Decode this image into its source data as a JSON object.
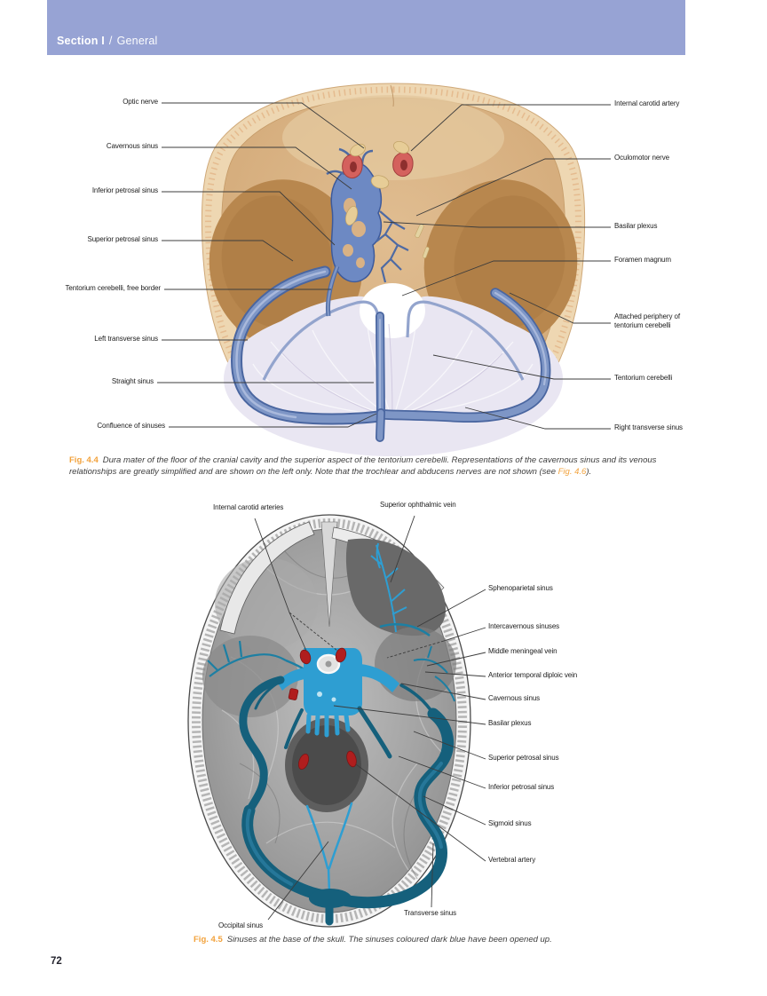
{
  "page": {
    "number": "72"
  },
  "header": {
    "title_bold": "Section I",
    "separator": "/",
    "title_regular": "General",
    "bg_color": "#97a3d4",
    "text_color": "#ffffff"
  },
  "colors": {
    "accent_orange": "#f2a23c",
    "fig44_sinus_blue": "#7e96c6",
    "fig44_bone_tan": "#d9b285",
    "fig45_sinus_teal": "#15607c",
    "fig45_opened_sinus_cyan": "#2e9ed2",
    "artery_red": "#b01e1e"
  },
  "fig44": {
    "labels_left": [
      "Optic nerve",
      "Cavernous sinus",
      "Inferior petrosal sinus",
      "Superior petrosal sinus",
      "Tentorium cerebelli, free border",
      "Left transverse sinus",
      "Straight sinus",
      "Confluence of sinuses"
    ],
    "labels_right": [
      "Internal carotid artery",
      "Oculomotor nerve",
      "Basilar plexus",
      "Foramen magnum",
      "Attached periphery of tentorium cerebelli",
      "Tentorium cerebelli",
      "Right transverse sinus"
    ],
    "caption": {
      "prefix": "Fig. 4.4",
      "text1": "Dura mater of the floor of the cranial cavity and the superior aspect of the tentorium cerebelli. Representations of the cavernous sinus and its venous relationships are greatly simplified and are shown on the left only. Note that the trochlear and abducens nerves are not shown (see ",
      "figref": "Fig. 4.6",
      "text2": ")."
    }
  },
  "fig45": {
    "labels": [
      "Internal carotid arteries",
      "Superior ophthalmic vein",
      "Sphenoparietal sinus",
      "Intercavernous sinuses",
      "Middle meningeal vein",
      "Anterior temporal diploic vein",
      "Cavernous sinus",
      "Basilar plexus",
      "Superior petrosal sinus",
      "Inferior petrosal sinus",
      "Sigmoid sinus",
      "Vertebral artery",
      "Transverse sinus",
      "Occipital sinus"
    ],
    "caption": {
      "prefix": "Fig. 4.5",
      "text": "Sinuses at the base of the skull. The sinuses coloured dark blue have been opened up."
    }
  }
}
